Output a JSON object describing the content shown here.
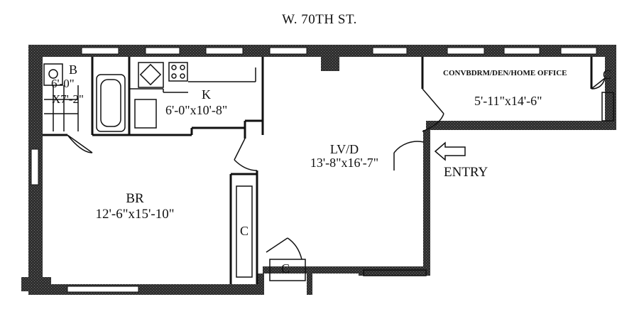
{
  "street_label": "W. 70TH ST.",
  "entry_label": "ENTRY",
  "rooms": {
    "bath": {
      "name": "B",
      "width": "6'-0\"",
      "depth": "X7'-2\""
    },
    "kitchen": {
      "name": "K",
      "dims": "6'-0\"x10'-8\""
    },
    "living_dining": {
      "name": "LV/D",
      "dims": "13'-8\"x16'-7\""
    },
    "bedroom": {
      "name": "BR",
      "dims": "12'-6\"x15'-10\""
    },
    "office": {
      "name": "CONVBDRM/DEN/HOME OFFICE",
      "dims": "5'-11\"x14'-6\""
    }
  },
  "closets": {
    "office": "C",
    "bedroom": "C",
    "entry": "C"
  },
  "colors": {
    "wall": "#2f2f2f",
    "line": "#111111",
    "background": "#ffffff"
  }
}
